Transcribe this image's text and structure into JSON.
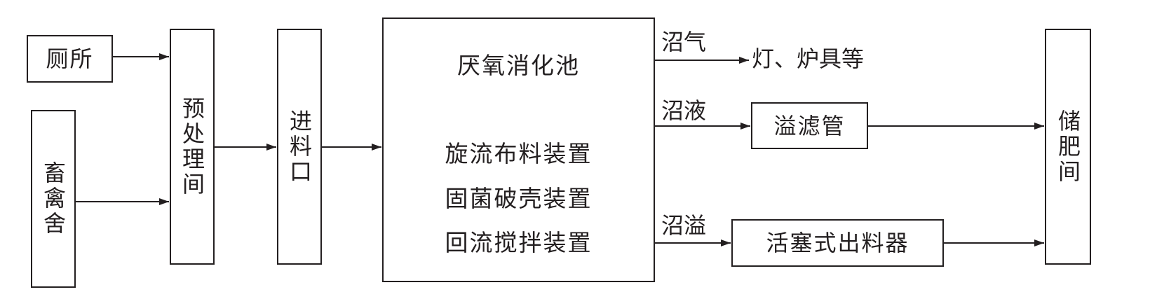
{
  "nodes": {
    "toilet": "厕所",
    "livestock": "畜禽舍",
    "pretreatment": "预处理间",
    "feed_inlet": "进料口",
    "digester": {
      "title": "厌氧消化池",
      "devices": [
        "旋流布料装置",
        "固菌破壳装置",
        "回流搅拌装置"
      ]
    },
    "gas_use": "灯、炉具等",
    "overflow_filter": "溢滤管",
    "piston_discharger": "活塞式出料器",
    "manure_storage": "储肥间"
  },
  "edge_labels": {
    "biogas": "沼气",
    "slurry": "沼液",
    "overflow": "沼溢"
  },
  "colors": {
    "stroke": "#231f20",
    "background": "#ffffff"
  }
}
